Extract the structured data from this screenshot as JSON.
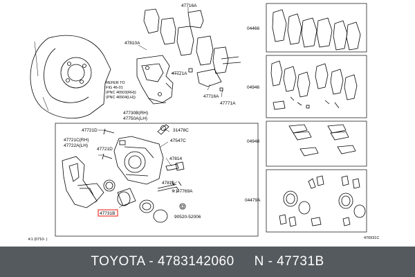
{
  "labels": {
    "l47716a_top": "47716A",
    "l47810a": "47810A",
    "l47771a_mid": "47771A",
    "l47716a_mid": "47716A",
    "l47771a_low": "47771A",
    "refer1": "REFER TO",
    "refer2": "FIG 46-01",
    "refer3": "(PNC 46503(RH))",
    "refer4": "(PNC 46504(LH))",
    "l47730b": "47730B(RH)",
    "l47750a": "47750A(LH)",
    "l47721d_a": "47721D",
    "l31478c": "31478C",
    "l47547c": "47547C",
    "l47721c": "47721C(RH)",
    "l47722a": "47722A(LH)",
    "l47721d_b": "47721D",
    "l47814": "47814",
    "l47815": "47815",
    "l47769a": "47769A",
    "l47731b": "47731B",
    "l90520": "90520-52006",
    "l04466": "04466",
    "l04946": "04946",
    "l04948": "04948",
    "l04479a": "04479A",
    "note_left": "※1 (0710-   )",
    "fig_code": "476931C",
    "marker1": "※1",
    "marker2": "※1"
  },
  "footer": {
    "text": "TOYOTA - 4783142060     N - 47731B"
  },
  "colors": {
    "highlight": "#e8392f",
    "footer_bg": "#555a5e"
  }
}
